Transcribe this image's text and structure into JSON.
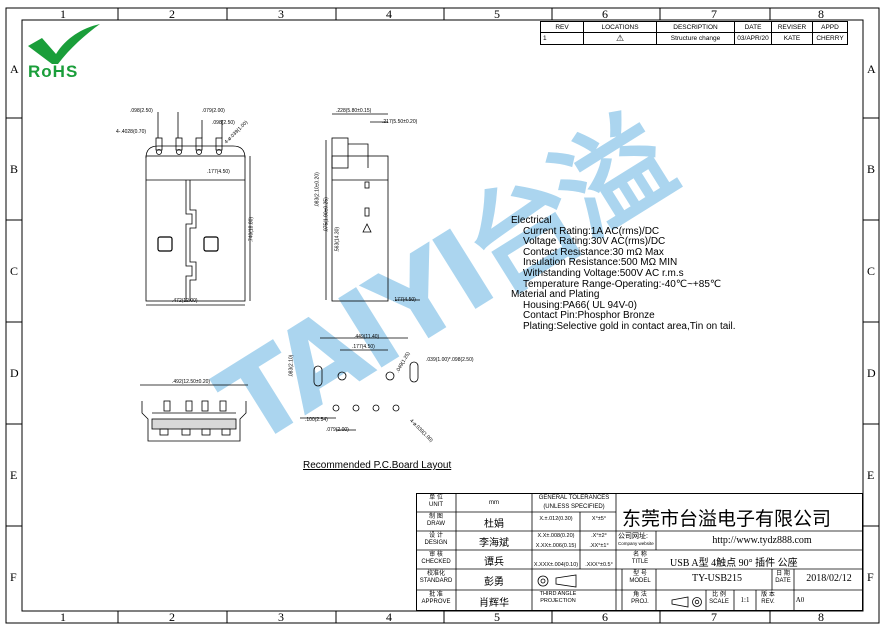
{
  "zones": {
    "columns": [
      "1",
      "2",
      "3",
      "4",
      "5",
      "6",
      "7",
      "8"
    ],
    "rows": [
      "A",
      "B",
      "C",
      "D",
      "E",
      "F"
    ]
  },
  "logo": {
    "text": "RoHS",
    "color": "#1a9e3a"
  },
  "revision_table": {
    "headers": [
      "REV",
      "LOCATIONS",
      "DESCRIPTION",
      "DATE",
      "REVISER",
      "APPD"
    ],
    "row": [
      "1",
      "⚠",
      "Structure change",
      "03/APR/20",
      "KATE",
      "CHERRY"
    ]
  },
  "watermark": {
    "text": "TAIYI台溢",
    "color": "#8fc8ea"
  },
  "dimensions": {
    "top_view": [
      ".098(2.50)",
      ".079(2.00)",
      ".098(2.50)",
      "4-.4028(0.70)",
      "4-ø.039(1.00)",
      ".177(4.50)",
      ".740(18.80)",
      ".472(12.00)"
    ],
    "side_view": [
      ".228(5.80±0.15)",
      ".217(5.50±0.20)",
      ".083(2.10±0.20)",
      ".075(1.90±0.25)",
      ".563(14.30)",
      ".177(4.50)"
    ],
    "front_view": [
      ".492(12.50±0.20)"
    ],
    "pcb": [
      ".449(11.40)",
      ".177(4.50)",
      ".083(2.10)",
      ".049(1.25)",
      ".039(1.00)*.098(2.50)",
      ".100(2.54)",
      ".079(2.00)",
      "4-ø.039(1.00)"
    ],
    "pcb_label": "Recommended P.C.Board Layout"
  },
  "specs": {
    "heading_electrical": "Electrical",
    "electrical": [
      "Current Rating:1A AC(rms)/DC",
      "Voltage Rating:30V AC(rms)/DC",
      "Contact Resistance:30 mΩ Max",
      "Insulation Resistance:500 MΩ MIN",
      "Withstanding Voltage:500V AC r.m.s",
      "Temperature Range-Operating:-40℃~+85℃"
    ],
    "heading_material": "Material and Plating",
    "material": [
      "Housing:PA66( UL 94V-0)",
      "Contact Pin:Phosphor Bronze",
      "Plating:Selective gold in contact area,Tin on tail."
    ]
  },
  "title_block": {
    "unit_label_cn": "单 位",
    "unit_label_en": "UNIT",
    "unit_value": "mm",
    "draw_label_cn": "制 图",
    "draw_label_en": "DRAW",
    "draw_value": "杜娟",
    "design_label_cn": "设 计",
    "design_label_en": "DESIGN",
    "design_value": "李海斌",
    "checked_label_cn": "审 核",
    "checked_label_en": "CHECKED",
    "checked_value": "谭兵",
    "standard_label_cn": "校准化",
    "standard_label_en": "STANDARD",
    "standard_value": "彭勇",
    "approve_label_cn": "批 准",
    "approve_label_en": "APPROVE",
    "approve_value": "肖辉华",
    "tol_header": "GENERAL TOLERANCES\n(UNLESS SPECIFIED)",
    "tol_rows": [
      [
        "X.±.012(0.30)",
        "X°±5°"
      ],
      [
        "X.X±.008(0.20)",
        ".X°±2°"
      ],
      [
        "X.XX±.006(0.15)",
        ".XX°±1°"
      ],
      [
        "X.XXX±.004(0.10)",
        ".XXX°±0.5°"
      ]
    ],
    "projection": "THIRD ANGLE\nPROJECTION",
    "company": "东莞市台溢电子有限公司",
    "website_label_cn": "公司网址:",
    "website_label_en": "Company website",
    "website": "http://www.tydz888.com",
    "title_label_cn": "名 称",
    "title_label_en": "TITLE",
    "title_value": "USB A型 4触点 90° 插件 公座",
    "model_label_cn": "型 号",
    "model_label_en": "MODEL",
    "model_value": "TY-USB215",
    "date_label_cn": "日 期",
    "date_label_en": "DATE",
    "date_value": "2018/02/12",
    "proj_label_cn": "角 法",
    "proj_label_en": "PROJ.",
    "scale_label_cn": "比 例",
    "scale_label_en": "SCALE",
    "scale_value": "1:1",
    "rev_label_cn": "版 本",
    "rev_label_en": "REV.",
    "rev_value": "A0"
  }
}
